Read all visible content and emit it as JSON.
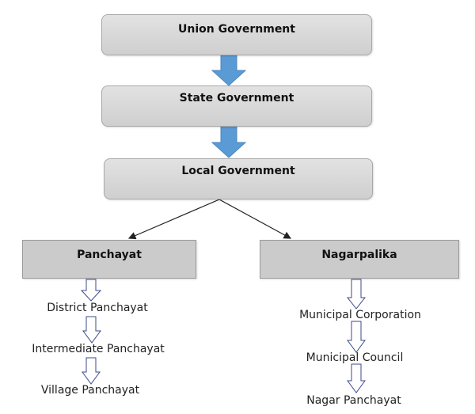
{
  "levels": {
    "union": "Union Government",
    "state": "State Government",
    "local": "Local Government"
  },
  "rural": {
    "title": "Panchayat",
    "items": [
      "District Panchayat",
      "Intermediate Panchayat",
      "Village Panchayat"
    ]
  },
  "urban": {
    "title": "Nagarpalika",
    "items": [
      "Municipal Corporation",
      "Municipal Council",
      "Nagar Panchayat"
    ]
  },
  "colors": {
    "block_arrow": "#5b9bd5",
    "box_fill": "#d6d6d6"
  }
}
